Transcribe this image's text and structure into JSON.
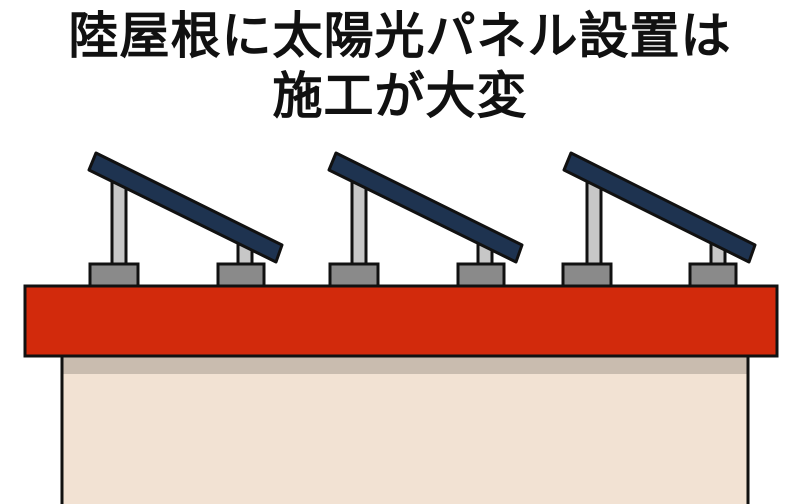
{
  "title": {
    "line1": "陸屋根に太陽光パネル設置は",
    "line2": "施工が大変"
  },
  "colors": {
    "roof": "#d22a0c",
    "wall": "#f2e2d3",
    "wall_shadow": "#c9bcaf",
    "panel": "#1e3350",
    "post": "#c7c7c7",
    "base": "#8a8a8a",
    "outline": "#111111"
  },
  "panels": [
    {
      "id": 1
    },
    {
      "id": 2
    },
    {
      "id": 3
    }
  ]
}
